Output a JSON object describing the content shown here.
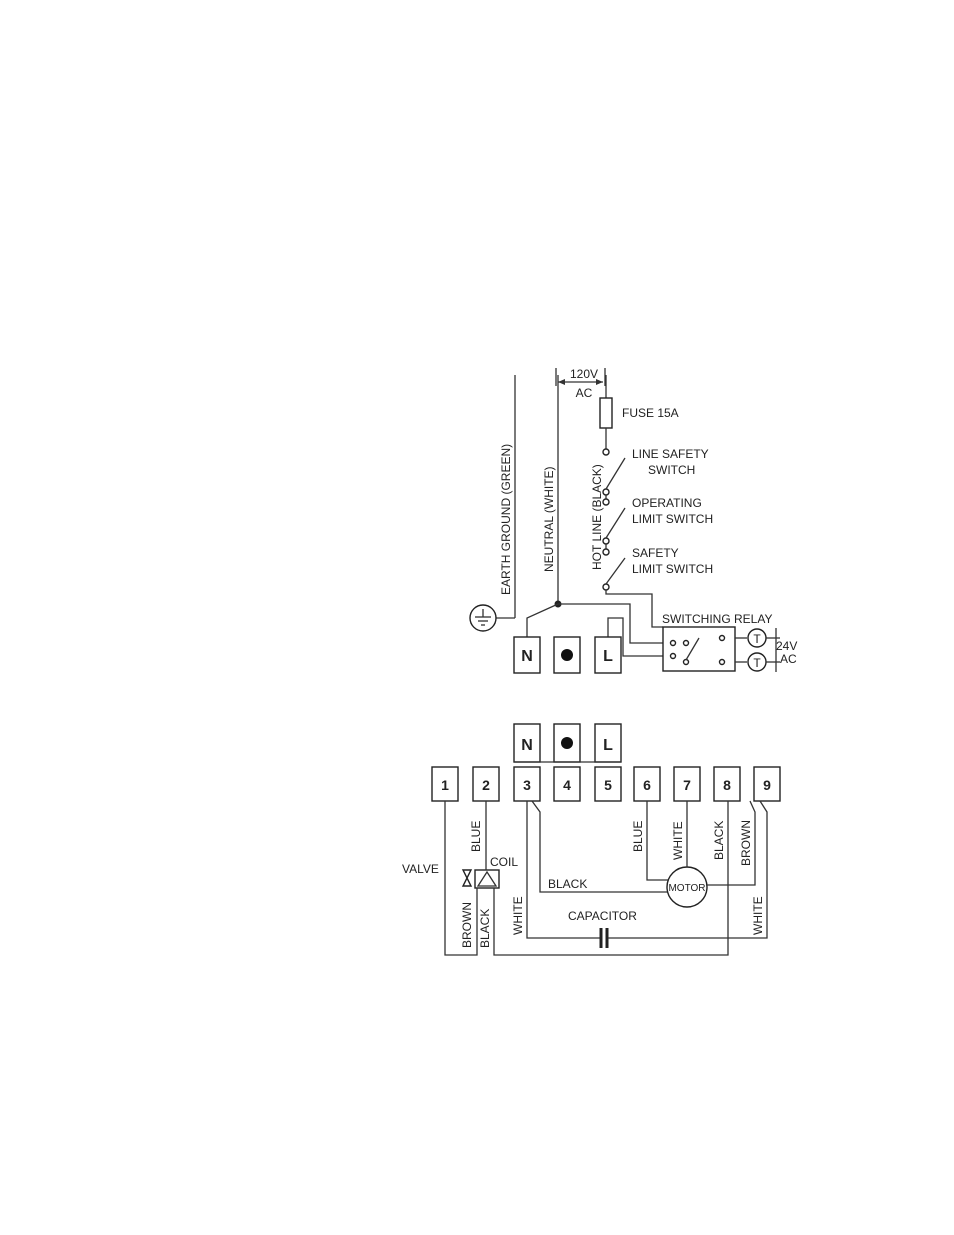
{
  "top": {
    "voltage_main": "120V",
    "voltage_ac": "AC",
    "fuse": "FUSE 15A",
    "line_safety_1": "LINE SAFETY",
    "line_safety_2": "SWITCH",
    "operating_1": "OPERATING",
    "operating_2": "LIMIT SWITCH",
    "safety_1": "SAFETY",
    "safety_2": "LIMIT SWITCH",
    "relay": "SWITCHING RELAY",
    "v24": "24V",
    "v24_ac": "AC",
    "thermostat": "T",
    "earth": "EARTH GROUND  (GREEN)",
    "neutral": "NEUTRAL (WHITE)",
    "hotline": "HOT LINE (BLACK)",
    "terminal_n": "N",
    "terminal_l": "L"
  },
  "bottom": {
    "terminal_n": "N",
    "terminal_l": "L",
    "terminals": [
      "1",
      "2",
      "3",
      "4",
      "5",
      "6",
      "7",
      "8",
      "9"
    ],
    "valve": "VALVE",
    "coil": "COIL",
    "motor": "MOTOR",
    "capacitor": "CAPACITOR",
    "black_h": "BLACK",
    "w_blue_2": "BLUE",
    "w_brown": "BROWN",
    "w_black_coil": "BLACK",
    "w_white_3": "WHITE",
    "w_blue_6": "BLUE",
    "w_white_7": "WHITE",
    "w_black_8": "BLACK",
    "w_brown_9": "BROWN",
    "w_white_9": "WHITE"
  }
}
